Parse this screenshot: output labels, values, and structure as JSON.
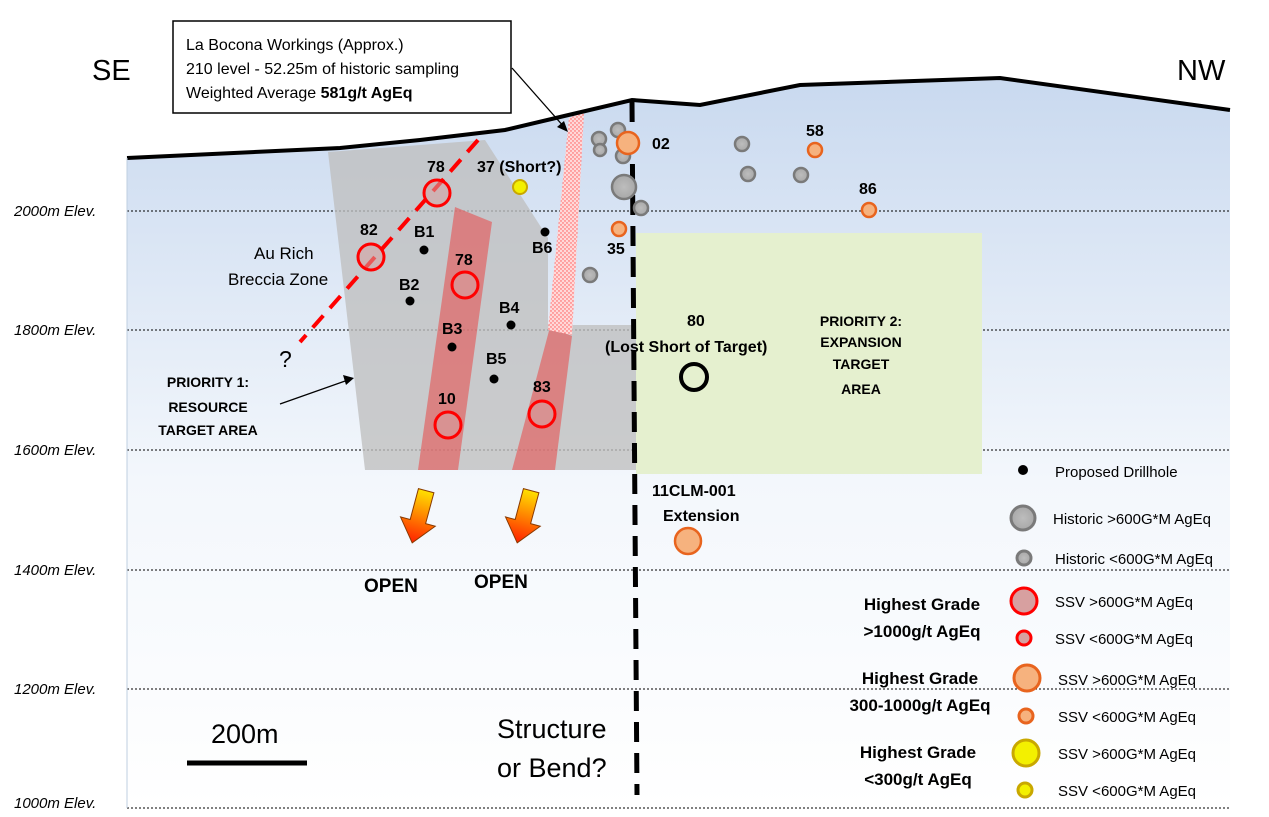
{
  "directions": {
    "left": "SE",
    "right": "NW"
  },
  "callout": {
    "line1": "La Bocona Workings (Approx.)",
    "line2": "210 level - 52.25m of historic sampling",
    "line3_prefix": "Weighted Average ",
    "line3_value": "581g/t AgEq"
  },
  "elevations": [
    "2000m Elev.",
    "1800m Elev.",
    "1600m Elev.",
    "1400m Elev.",
    "1200m Elev.",
    "1000m Elev."
  ],
  "drill_labels": {
    "h78a": "78",
    "h37": "37 (Short?)",
    "h02": "02",
    "h58": "58",
    "h86": "86",
    "h82": "82",
    "h78b": "78",
    "h35": "35",
    "h80": "80",
    "h80note": "(Lost Short of Target)",
    "h10": "10",
    "h83": "83",
    "ext1": "11CLM-001",
    "ext2": "Extension"
  },
  "proposed": {
    "b1": "B1",
    "b2": "B2",
    "b3": "B3",
    "b4": "B4",
    "b5": "B5",
    "b6": "B6"
  },
  "zone": {
    "line1": "Au Rich",
    "line2": "Breccia Zone",
    "question": "?"
  },
  "priority1": {
    "line1": "PRIORITY 1:",
    "line2": "RESOURCE",
    "line3": "TARGET AREA"
  },
  "priority2": {
    "line1": "PRIORITY 2:",
    "line2": "EXPANSION",
    "line3": "TARGET",
    "line4": "AREA"
  },
  "open_labels": [
    "OPEN",
    "OPEN"
  ],
  "structure": {
    "line1": "Structure",
    "line2": "or Bend?"
  },
  "scale_label": "200m",
  "legend": {
    "proposed": "Proposed Drillhole",
    "hist_big": "Historic >600G*M AgEq",
    "hist_small": "Historic <600G*M AgEq",
    "g1_line1": "Highest Grade",
    "g1_line2": ">1000g/t AgEq",
    "g2_line1": "Highest Grade",
    "g2_line2": "300-1000g/t AgEq",
    "g3_line1": "Highest Grade",
    "g3_line2": "<300g/t AgEq",
    "ssv_big": "SSV >600G*M AgEq",
    "ssv_small": "SSV <600G*M AgEq"
  },
  "colors": {
    "sky": "#dde8f5",
    "red": "#ff0000",
    "orange": "#f07a20",
    "yellow": "#e8e800",
    "grey": "#8c8c8c",
    "green": "#e5f0cf"
  }
}
